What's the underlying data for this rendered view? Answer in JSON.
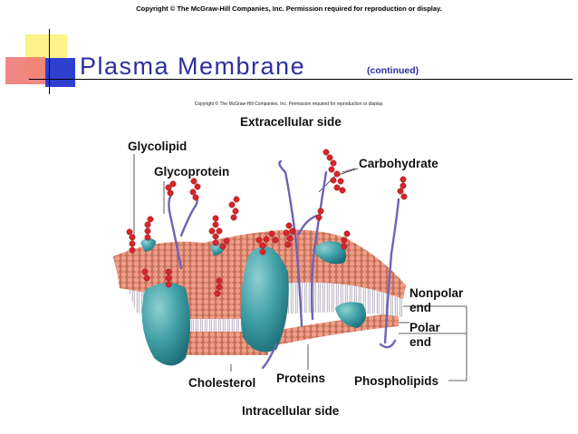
{
  "copyright_top": "Copyright © The McGraw-Hill Companies, Inc. Permission required for reproduction or display.",
  "slide": {
    "title": "Plasma Membrane",
    "subtitle": "(continued)"
  },
  "figure": {
    "copyright": "Copyright © The McGraw-Hill Companies, Inc. Permission required for reproduction or display.",
    "labels": {
      "extracellular": "Extracellular side",
      "glycolipid": "Glycolipid",
      "glycoprotein": "Glycoprotein",
      "carbohydrate": "Carbohydrate",
      "nonpolar": "Nonpolar",
      "nonpolar_end": "end",
      "polar": "Polar",
      "polar_end": "end",
      "cholesterol": "Cholesterol",
      "proteins": "Proteins",
      "phospholipids": "Phospholipids",
      "intracellular": "Intracellular side"
    }
  },
  "colors": {
    "title_blue": "#2b2fa0",
    "lipid_head": "#e6917a",
    "protein_teal": "#3f9fa6",
    "carb_red": "#d6262b",
    "chain_purple": "#6d64b4"
  }
}
